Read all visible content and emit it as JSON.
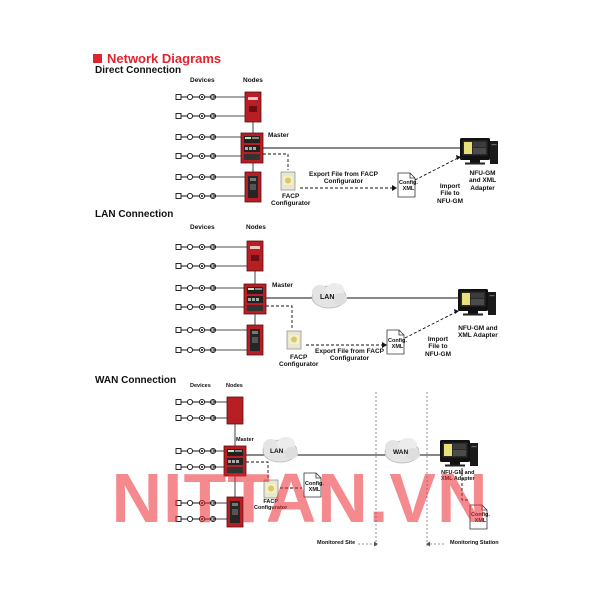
{
  "title": "Network Diagrams",
  "colors": {
    "accent": "#e0242f",
    "panel": "#b81f25",
    "watermark": "#eb2832"
  },
  "sections": {
    "direct": {
      "heading": "Direct Connection",
      "devices": "Devices",
      "nodes": "Nodes",
      "master": "Master",
      "facp": [
        "FACP",
        "Configurator"
      ],
      "export": [
        "Export File from FACP",
        "Configurator"
      ],
      "config": [
        "Config.",
        "XML"
      ],
      "import": [
        "Import",
        "File to",
        "NFU-GM"
      ],
      "nfu": [
        "NFU-GM",
        "and XML",
        "Adapter"
      ]
    },
    "lan": {
      "heading": "LAN Connection",
      "devices": "Devices",
      "nodes": "Nodes",
      "master": "Master",
      "cloud": "LAN",
      "facp": [
        "FACP",
        "Configurator"
      ],
      "export": [
        "Export File from FACP",
        "Configurator"
      ],
      "config": [
        "Config.",
        "XML"
      ],
      "import": [
        "Import",
        "File to",
        "NFU-GM"
      ],
      "nfu": [
        "NFU-GM and",
        "XML Adapter"
      ]
    },
    "wan": {
      "heading": "WAN Connection",
      "devices": "Devices",
      "nodes": "Nodes",
      "master": "Master",
      "lan_cloud": "LAN",
      "wan_cloud": "WAN",
      "facp": [
        "FACP",
        "Configurator"
      ],
      "config_left": [
        "Config.",
        "XML"
      ],
      "config_right": [
        "Config.",
        "XML"
      ],
      "nfu": [
        "NFU-GM and",
        "XML Adapter"
      ],
      "monitored_site": "Monitored Site",
      "monitoring_station": "Monitoring Station"
    }
  },
  "watermark": "NITTAN.VN",
  "icons": [
    "device-chain-icon",
    "fire-panel-icon",
    "computer-icon",
    "document-icon",
    "cloud-icon",
    "software-box-icon"
  ]
}
